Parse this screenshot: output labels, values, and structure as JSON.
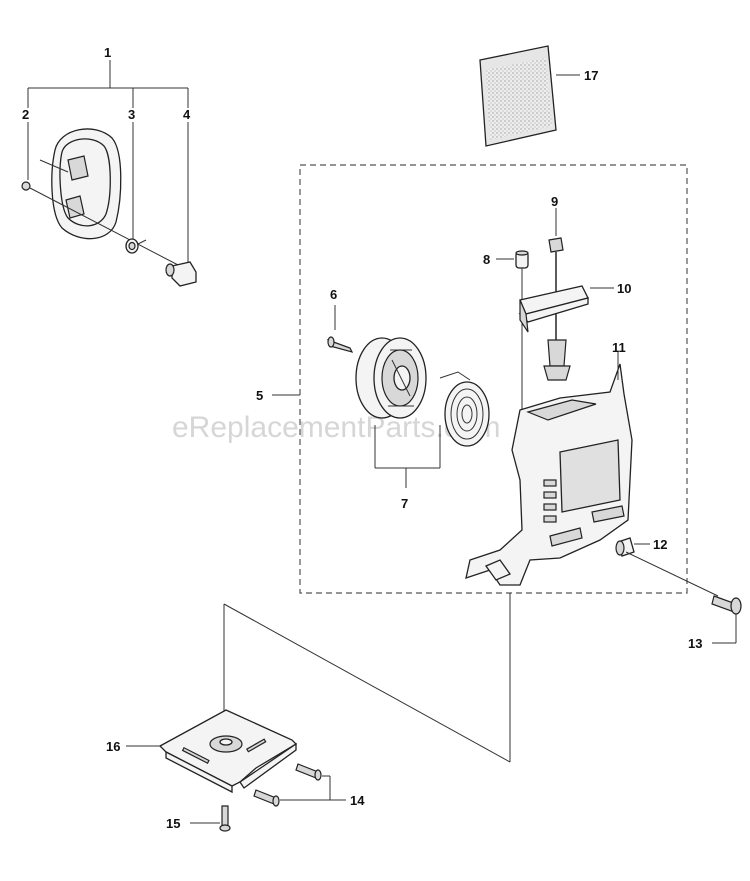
{
  "watermark": "eReplacementParts.com",
  "callouts": {
    "c1": "1",
    "c2": "2",
    "c3": "3",
    "c4": "4",
    "c5": "5",
    "c6": "6",
    "c7": "7",
    "c8": "8",
    "c9": "9",
    "c10": "10",
    "c11": "11",
    "c12": "12",
    "c13": "13",
    "c14": "14",
    "c15": "15",
    "c16": "16",
    "c17": "17"
  }
}
